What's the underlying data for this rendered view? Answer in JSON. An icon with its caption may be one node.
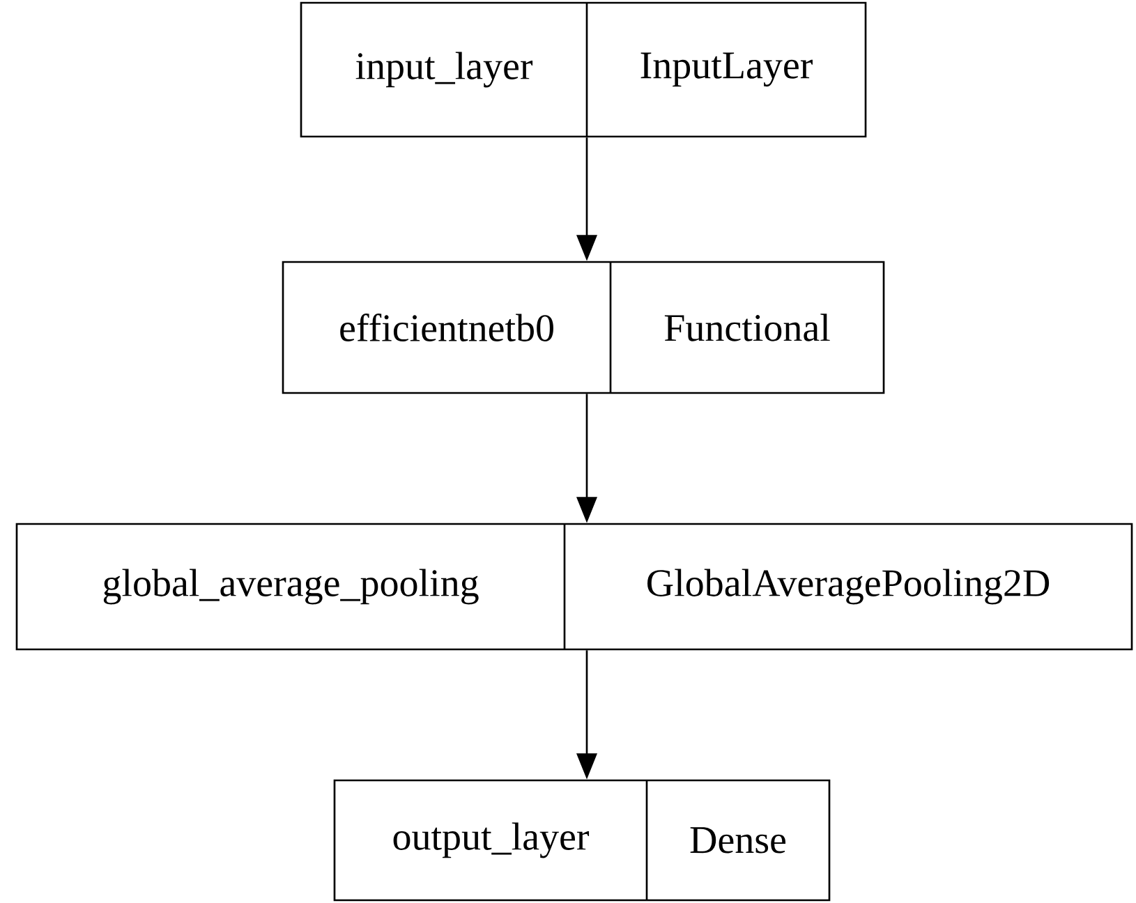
{
  "diagram": {
    "nodes": [
      {
        "text": [
          "input_layer",
          "InputLayer"
        ]
      },
      {
        "text": [
          "efficientnetb0",
          "Functional"
        ]
      },
      {
        "text": [
          "global_average_pooling",
          "GlobalAveragePooling2D"
        ]
      },
      {
        "text": [
          "output_layer",
          "Dense"
        ]
      }
    ],
    "edges": [
      {
        "from": 0,
        "to": 1,
        "arrow": "to"
      },
      {
        "from": 1,
        "to": 2,
        "arrow": "to"
      },
      {
        "from": 2,
        "to": 3,
        "arrow": "to"
      }
    ]
  }
}
